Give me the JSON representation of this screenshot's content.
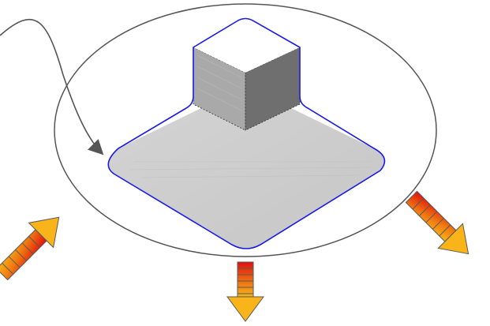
{
  "diagram": {
    "background": "#ffffff",
    "colors": {
      "ellipse_stroke": "#555555",
      "outline_blue": "#1a1ae6",
      "base_fill": "#cfcfcf",
      "block_left": "#a9a9a9",
      "block_right": "#6f6f6f",
      "block_top": "#ffffff",
      "arrow_stroke": "#5a5a5a",
      "arrow_red": "#e01010",
      "arrow_orange": "#f07810",
      "arrow_yellow": "#f8b418"
    },
    "elements": [
      "cursor-arrow",
      "boundary-ellipse",
      "base-plate",
      "block-boss",
      "direction-arrow-left",
      "direction-arrow-down",
      "direction-arrow-right"
    ]
  }
}
